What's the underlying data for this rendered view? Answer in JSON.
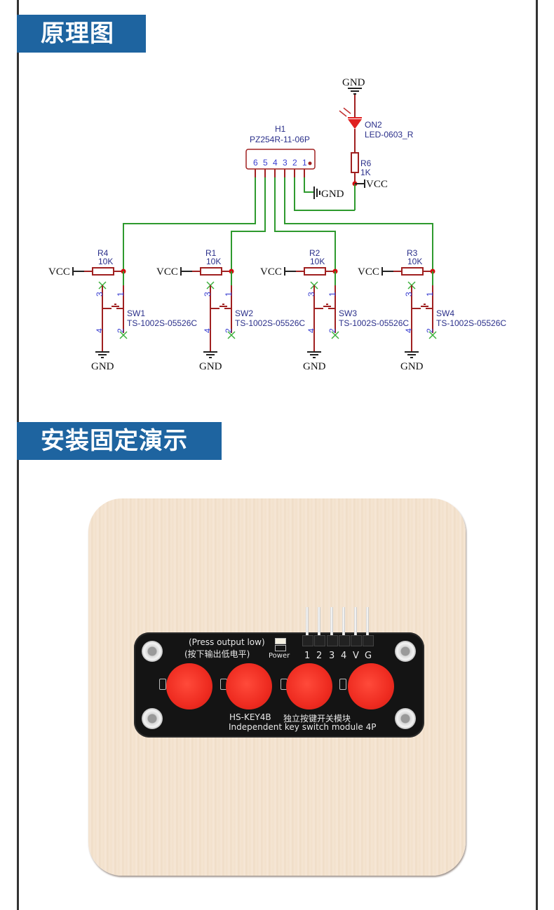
{
  "sections": {
    "schematic_title": "原理图",
    "install_title": "安装固定演示"
  },
  "schematic": {
    "header": {
      "ref": "H1",
      "part": "PZ254R-11-06P",
      "pins": [
        "6",
        "5",
        "4",
        "3",
        "2",
        "1"
      ]
    },
    "led": {
      "ref": "ON2",
      "part": "LED-0603_R"
    },
    "led_resistor": {
      "ref": "R6",
      "value": "1K"
    },
    "gnd_label": "GND",
    "vcc_label": "VCC",
    "channels": [
      {
        "resistor": "R4",
        "value": "10K",
        "switch": "SW1",
        "switch_part": "TS-1002S-05526C"
      },
      {
        "resistor": "R1",
        "value": "10K",
        "switch": "SW2",
        "switch_part": "TS-1002S-05526C"
      },
      {
        "resistor": "R2",
        "value": "10K",
        "switch": "SW3",
        "switch_part": "TS-1002S-05526C"
      },
      {
        "resistor": "R3",
        "value": "10K",
        "switch": "SW4",
        "switch_part": "TS-1002S-05526C"
      }
    ],
    "switch_pins": [
      "1",
      "2",
      "3",
      "4"
    ]
  },
  "board": {
    "note_en": "(Press output low)",
    "note_cn": "(按下输出低电平)",
    "power_label": "Power",
    "pin_labels": [
      "1",
      "2",
      "3",
      "4",
      "V",
      "G"
    ],
    "model": "HS-KEY4B",
    "name_cn": "独立按键开关模块",
    "name_en": "Independent key switch module 4P"
  },
  "colors": {
    "header_bg": "#1e64a0",
    "wire_green": "#2e9a2e",
    "wire_red": "#a02020",
    "button_red": "#ee2b20",
    "board_black": "#141414"
  }
}
